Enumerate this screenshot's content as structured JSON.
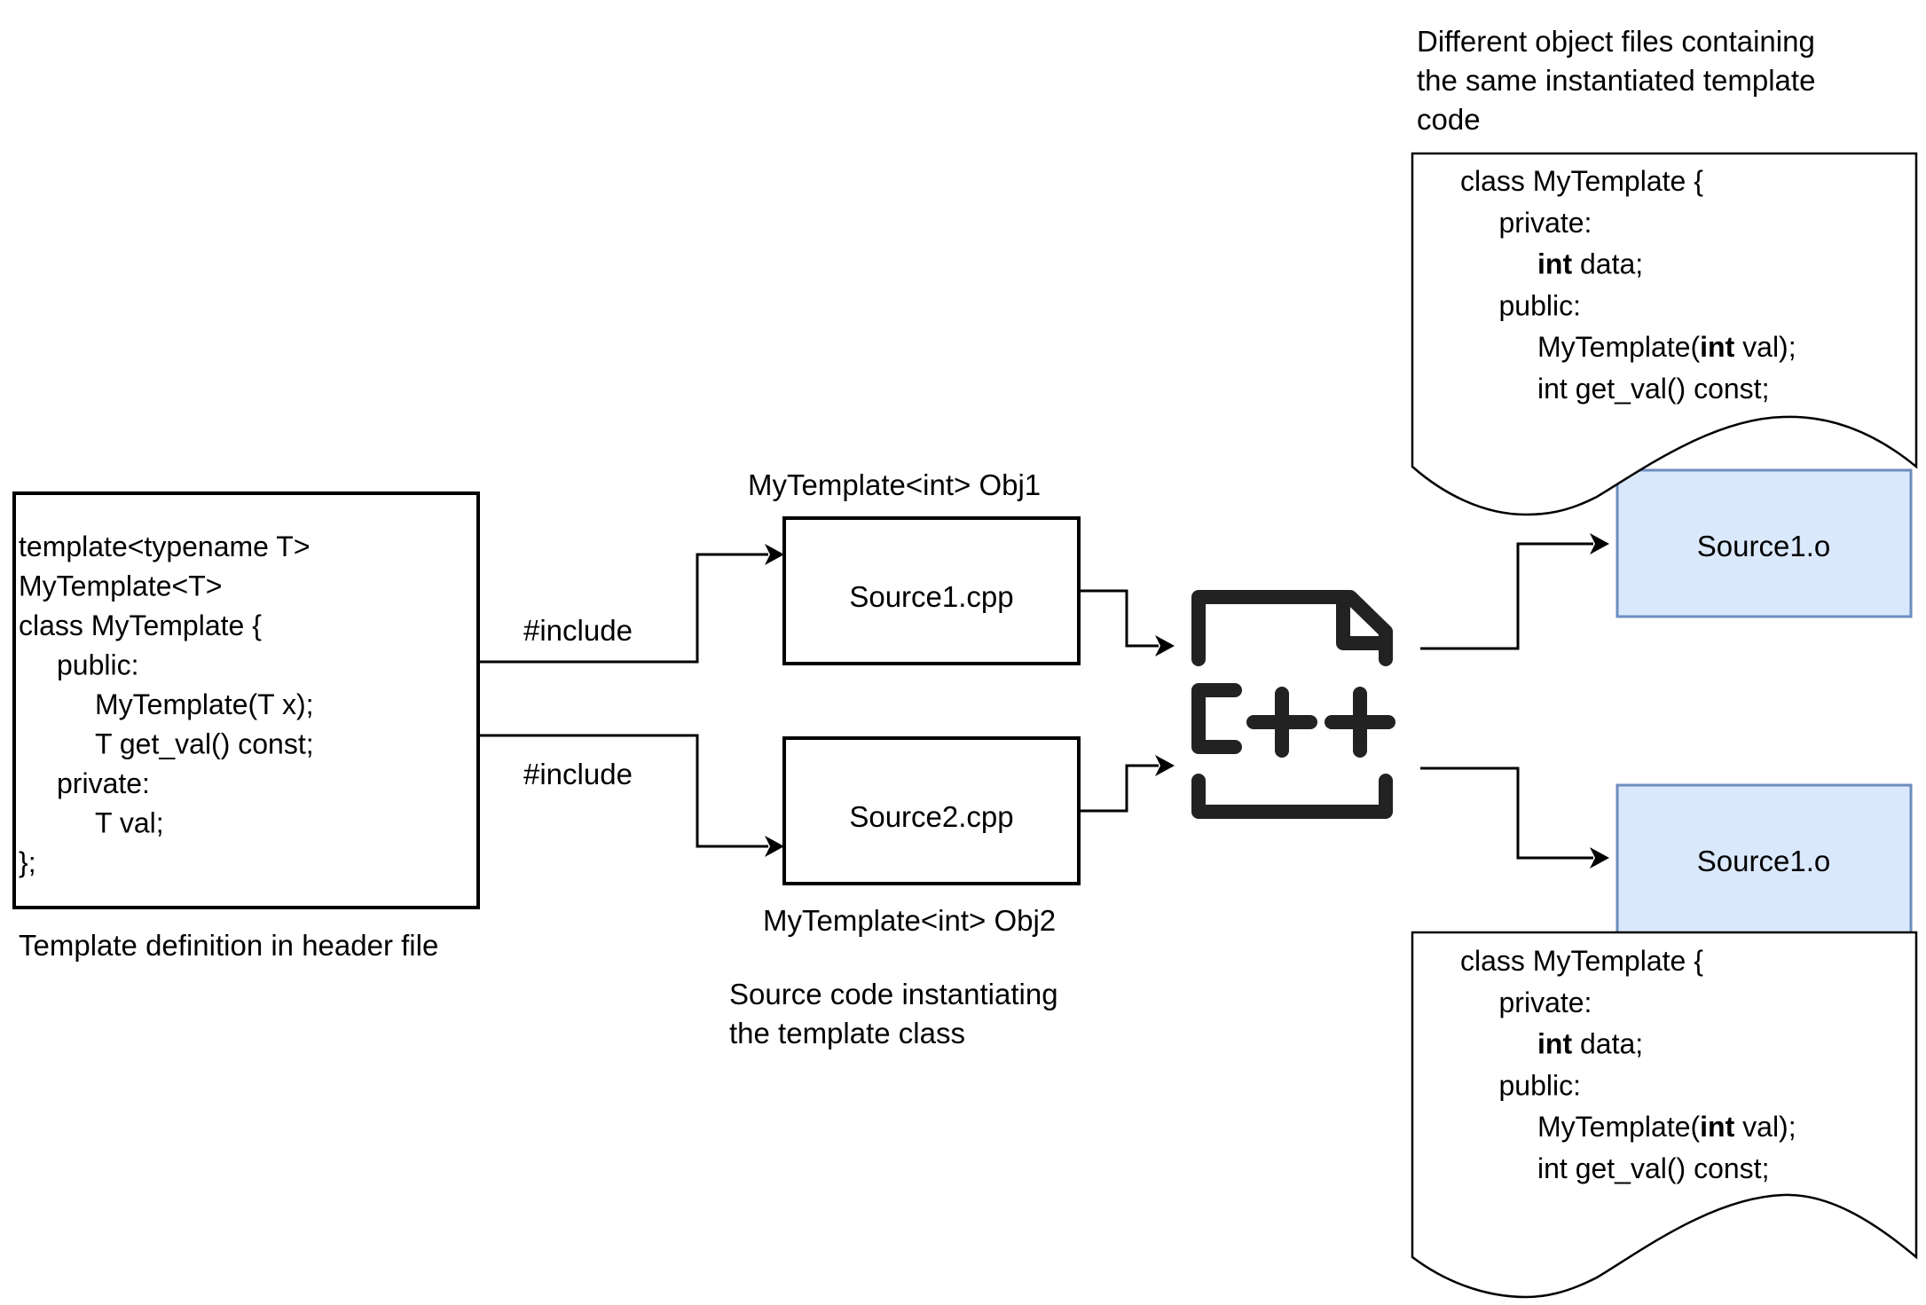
{
  "colors": {
    "object_fill": "#dae8fc",
    "object_stroke": "#6c8ebf",
    "icon": "#222222",
    "line": "#000000"
  },
  "header_file": {
    "code_lines": [
      {
        "indent": 0,
        "text": "template<typename T>"
      },
      {
        "indent": 0,
        "text": "MyTemplate<T>"
      },
      {
        "indent": 0,
        "text": "class MyTemplate {"
      },
      {
        "indent": 1,
        "text": "public:"
      },
      {
        "indent": 2,
        "text": "MyTemplate(T x);"
      },
      {
        "indent": 2,
        "text": "T get_val() const;"
      },
      {
        "indent": 1,
        "text": "private:"
      },
      {
        "indent": 2,
        "text": "T val;"
      },
      {
        "indent": 0,
        "text": "};"
      }
    ],
    "caption": "Template definition in header file"
  },
  "edges": {
    "include_top_label": "#include",
    "include_bottom_label": "#include"
  },
  "sources": {
    "source1": {
      "label": "Source1.cpp",
      "instance": "MyTemplate<int> Obj1"
    },
    "source2": {
      "label": "Source2.cpp",
      "instance": "MyTemplate<int> Obj2"
    },
    "caption_lines": [
      "Source code instantiating",
      "the template class"
    ]
  },
  "compiler": {
    "icon": "cpp-file-icon",
    "label": "C++"
  },
  "objects": {
    "header_lines": [
      "Different object files containing",
      "the same instantiated template",
      "code"
    ],
    "top": {
      "label": "Source1.o"
    },
    "bottom": {
      "label": "Source1.o"
    },
    "instantiated_code": [
      {
        "indent": 0,
        "parts": [
          {
            "t": "class MyTemplate {",
            "b": false
          }
        ]
      },
      {
        "indent": 1,
        "parts": [
          {
            "t": "private:",
            "b": false
          }
        ]
      },
      {
        "indent": 2,
        "parts": [
          {
            "t": "int",
            "b": true
          },
          {
            "t": " data;",
            "b": false
          }
        ]
      },
      {
        "indent": 1,
        "parts": [
          {
            "t": "public:",
            "b": false
          }
        ]
      },
      {
        "indent": 2,
        "parts": [
          {
            "t": "MyTemplate(",
            "b": false
          },
          {
            "t": "int",
            "b": true
          },
          {
            "t": " val);",
            "b": false
          }
        ]
      },
      {
        "indent": 2,
        "parts": [
          {
            "t": "int get_val() const;",
            "b": false
          }
        ]
      }
    ]
  }
}
